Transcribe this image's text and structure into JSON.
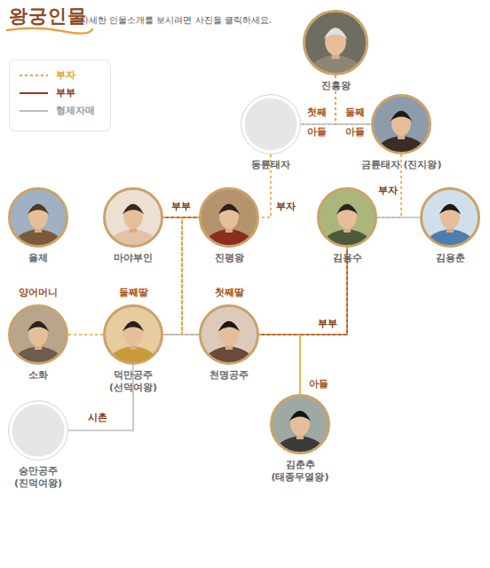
{
  "diagram": {
    "title": "왕궁인물",
    "nodes": [
      {
        "text": [
          "진흥왕"
        ]
      },
      {
        "text": [
          "첫째 아들",
          "동륜태자"
        ]
      },
      {
        "text": [
          "둘째 아들",
          "금륜태자 (진지왕)"
        ]
      },
      {
        "text": [
          "을제"
        ]
      },
      {
        "text": [
          "마야부인"
        ]
      },
      {
        "text": [
          "진평왕"
        ]
      },
      {
        "text": [
          "김용수"
        ]
      },
      {
        "text": [
          "김용춘"
        ]
      },
      {
        "text": [
          "양어머니",
          "소화"
        ]
      },
      {
        "text": [
          "둘째딸",
          "덕만공주 (선덕여왕)"
        ]
      },
      {
        "text": [
          "첫째딸",
          "천명공주"
        ]
      },
      {
        "text": [
          "승만공주 (진덕여왕)"
        ]
      },
      {
        "text": [
          "아들",
          "김춘추 (태종무열왕)"
        ]
      }
    ],
    "edges": [
      {
        "from": 0,
        "to": 1,
        "arrow": "none"
      },
      {
        "from": 0,
        "to": 2,
        "arrow": "none"
      },
      {
        "from": 1,
        "to": 2,
        "arrow": "none"
      },
      {
        "from": 1,
        "to": 5,
        "label": "부자",
        "arrow": "none"
      },
      {
        "from": 2,
        "to": 6,
        "label": "부자",
        "arrow": "none"
      },
      {
        "from": 4,
        "to": 5,
        "label": "부부",
        "arrow": "none"
      },
      {
        "from": 6,
        "to": 7,
        "arrow": "none"
      },
      {
        "from": 4,
        "to": 9,
        "arrow": "none"
      },
      {
        "from": 4,
        "to": 10,
        "arrow": "none"
      },
      {
        "from": 5,
        "to": 9,
        "arrow": "none"
      },
      {
        "from": 5,
        "to": 10,
        "arrow": "none"
      },
      {
        "from": 8,
        "to": 9,
        "arrow": "none"
      },
      {
        "from": 9,
        "to": 10,
        "arrow": "none"
      },
      {
        "from": 9,
        "to": 11,
        "label": "시촌",
        "arrow": "none"
      },
      {
        "from": 6,
        "to": 10,
        "label": "부부",
        "arrow": "none"
      },
      {
        "from": 6,
        "to": 12,
        "arrow": "none"
      },
      {
        "from": 10,
        "to": 12,
        "arrow": "none"
      }
    ],
    "labels": [
      "자세한 인물소개를 보시려면 사진을 클릭하세요."
    ],
    "legend": [
      {
        "text": "부자"
      },
      {
        "text": "부부"
      },
      {
        "text": "형제자매"
      }
    ]
  }
}
